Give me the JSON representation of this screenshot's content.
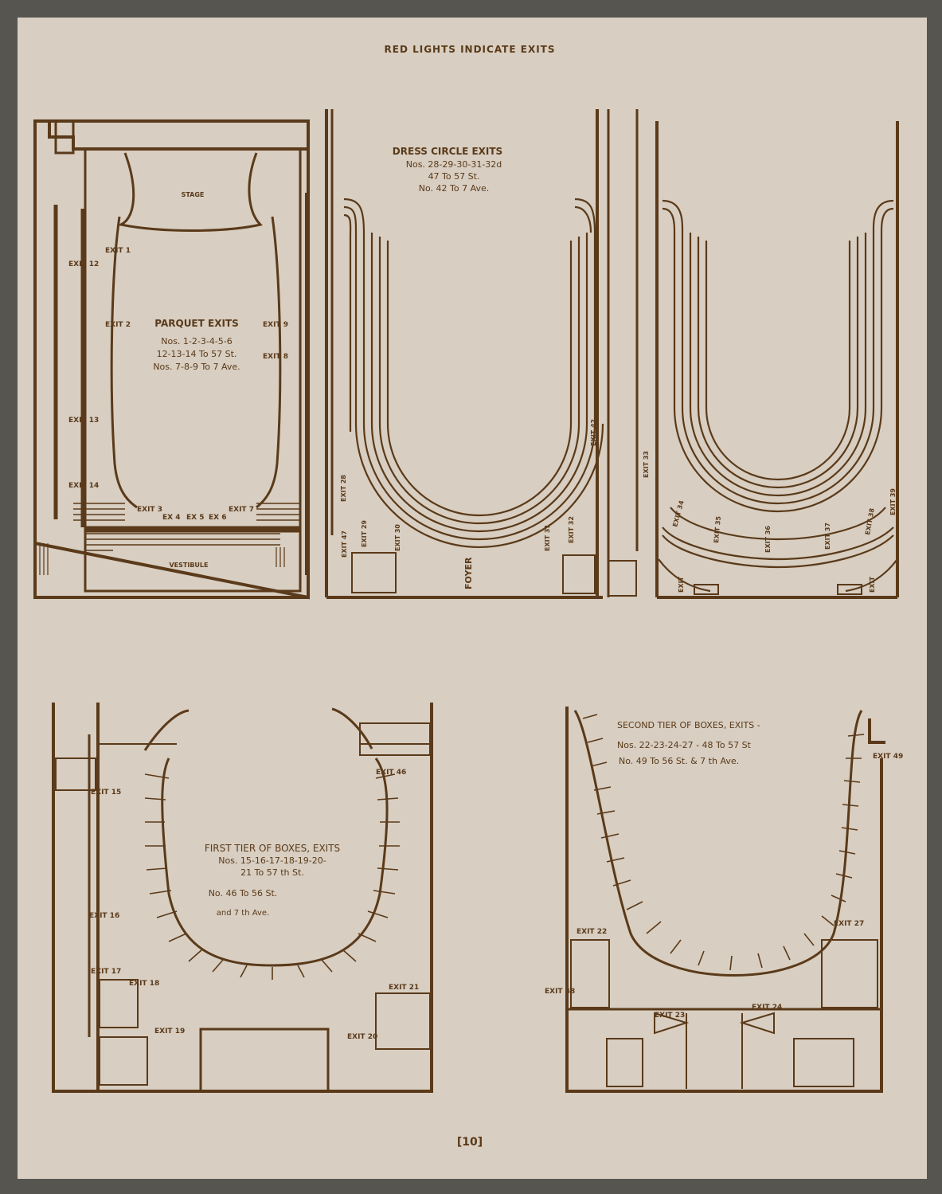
{
  "page": {
    "header": "RED LIGHTS INDICATE EXITS",
    "page_number": "[10]",
    "ink_color": "#5a3a1a",
    "paper_color": "#d8cec1"
  },
  "parquet": {
    "stage": "STAGE",
    "vestibule": "VESTIBULE",
    "title": "PARQUET EXITS",
    "lines": [
      "Nos. 1-2-3-4-5-6",
      "12-13-14 To 57 St.",
      "Nos. 7-8-9 To 7 Ave."
    ],
    "exits": [
      "EXIT 1",
      "EXIT 2",
      "EXIT 3",
      "EX 4",
      "EX 5",
      "EX 6",
      "EXIT 7",
      "EXIT 8",
      "EXIT 9",
      "EXIT 12",
      "EXIT 13",
      "EXIT 14"
    ]
  },
  "dress_circle": {
    "title": "DRESS CIRCLE EXITS",
    "lines": [
      "Nos. 28-29-30-31-32d",
      "47 To 57 St.",
      "No. 42 To 7 Ave."
    ],
    "foyer": "FOYER",
    "exits": [
      "EXIT 28",
      "EXIT 29",
      "EXIT 30",
      "EXIT 31",
      "EXIT 32",
      "EXIT 42",
      "EXIT 47"
    ]
  },
  "balcony": {
    "exits": [
      "EXIT 33",
      "EXIT 34",
      "EXIT 35",
      "EXIT 36",
      "EXIT 37",
      "EXIT 38",
      "EXIT 39",
      "EXIT",
      "EXIT"
    ]
  },
  "first_tier": {
    "title": "FIRST TIER OF BOXES, EXITS",
    "lines": [
      "Nos. 15-16-17-18-19-20-",
      "21 To 57 th St.",
      "No. 46 To 56 St.",
      "and 7 th Ave."
    ],
    "exits": [
      "EXIT 15",
      "EXIT 16",
      "EXIT 17",
      "EXIT 18",
      "EXIT 19",
      "EXIT 20",
      "EXIT 21",
      "EXIT 46"
    ]
  },
  "second_tier": {
    "title": "SECOND TIER OF BOXES, EXITS -",
    "lines": [
      "Nos. 22-23-24-27 - 48 To 57 St",
      "No. 49 To 56 St. & 7 th Ave."
    ],
    "exits": [
      "EXIT 49",
      "EXIT 22",
      "EXIT 27",
      "EXIT 48",
      "EXIT 23",
      "EXIT 24"
    ]
  }
}
